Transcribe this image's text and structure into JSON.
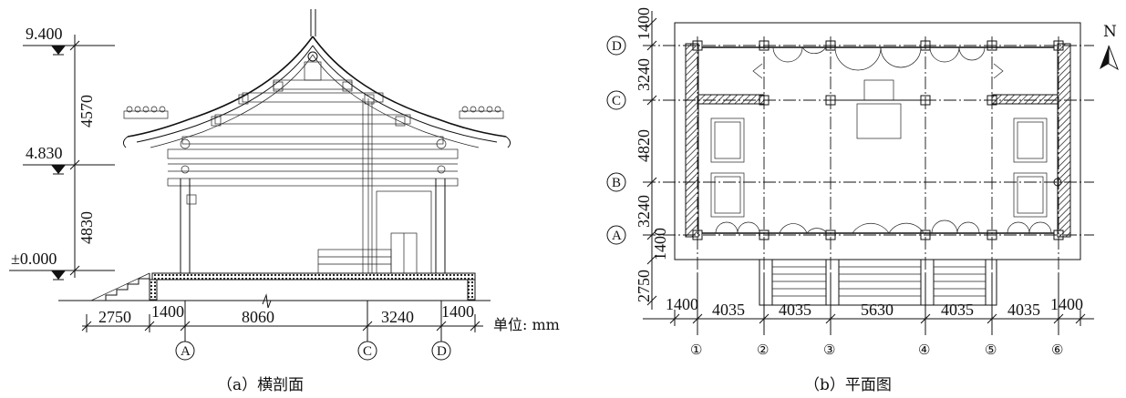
{
  "section": {
    "caption": "（a）横剖面",
    "elevations": [
      "9.400",
      "4.830",
      "±0.000"
    ],
    "vertical_dims": [
      "4570",
      "4830"
    ],
    "horizontal_dims": [
      "2750",
      "1400",
      "8060",
      "3240",
      "1400"
    ],
    "axes": [
      "A",
      "C",
      "D"
    ],
    "unit_label": "单位: mm"
  },
  "plan": {
    "caption": "（b）平面图",
    "north_label": "N",
    "vertical_dims": [
      "1400",
      "3240",
      "4820",
      "3240",
      "1400",
      "2750"
    ],
    "horizontal_dims": [
      "1400",
      "4035",
      "4035",
      "5630",
      "4035",
      "4035",
      "1400"
    ],
    "row_axes": [
      "D",
      "C",
      "B",
      "A"
    ],
    "col_axes": [
      "①",
      "②",
      "③",
      "④",
      "⑤",
      "⑥"
    ]
  }
}
